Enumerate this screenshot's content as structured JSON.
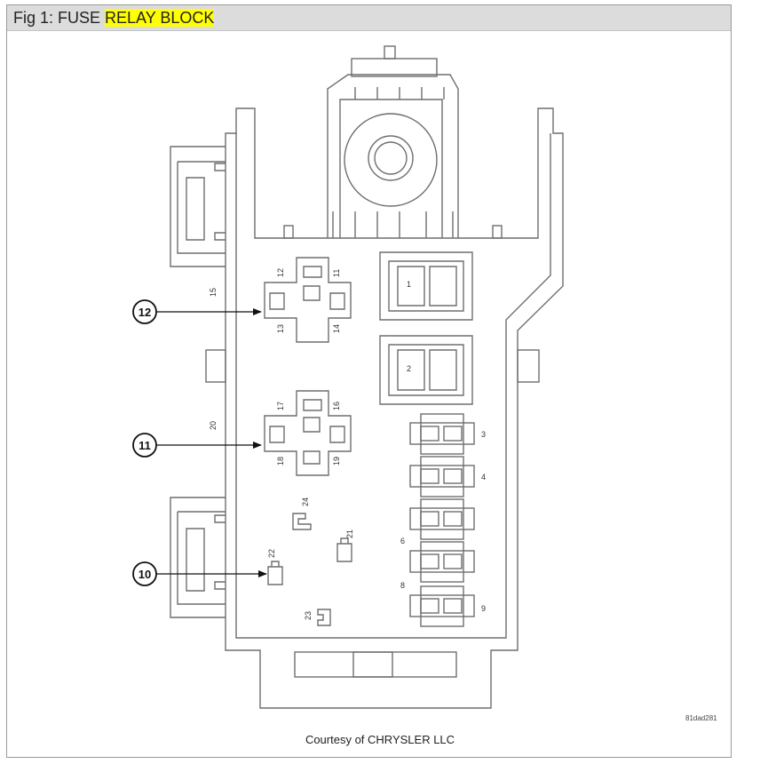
{
  "title": {
    "prefix": "Fig 1: FUSE ",
    "highlight": "RELAY BLOCK"
  },
  "callouts": [
    "12",
    "11",
    "10"
  ],
  "relay_labels": {
    "top": [
      "12",
      "11",
      "13",
      "14"
    ],
    "bottom": [
      "17",
      "16",
      "18",
      "19"
    ]
  },
  "side_labels": {
    "upper": "15",
    "lower": "20"
  },
  "small_cavities": [
    "24",
    "21",
    "22",
    "23"
  ],
  "large_fuses": [
    "1",
    "2"
  ],
  "mini_fuses": [
    "3",
    "4",
    "6",
    "8",
    "9"
  ],
  "figure_id": "81dad281",
  "courtesy": "Courtesy of CHRYSLER LLC",
  "colors": {
    "highlight": "#ffff00",
    "title_bar": "#dcdcdc",
    "line": "#6e6e6e"
  }
}
